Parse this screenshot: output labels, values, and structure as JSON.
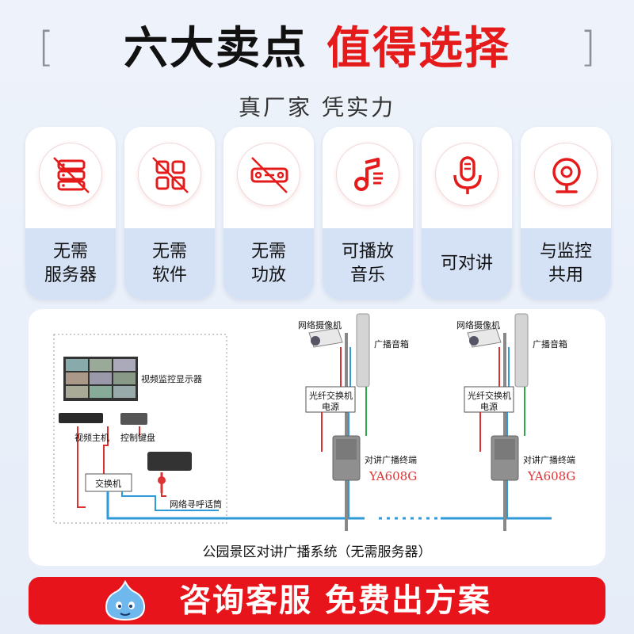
{
  "header": {
    "bracket_left": "[",
    "bracket_right": "]",
    "title_black": "六大卖点",
    "title_red": "值得选择",
    "subtitle": "真厂家 凭实力"
  },
  "features": [
    {
      "icon": "server-icon",
      "line1": "无需",
      "line2": "服务器"
    },
    {
      "icon": "software-icon",
      "line1": "无需",
      "line2": "软件"
    },
    {
      "icon": "amplifier-icon",
      "line1": "无需",
      "line2": "功放"
    },
    {
      "icon": "music-icon",
      "line1": "可播放",
      "line2": "音乐"
    },
    {
      "icon": "microphone-icon",
      "line1": "可对讲",
      "line2": ""
    },
    {
      "icon": "camera-icon",
      "line1": "与监控",
      "line2": "共用"
    }
  ],
  "diagram": {
    "monitor_label": "视频监控显示器",
    "host_label": "视频主机",
    "keyboard_label": "控制键盘",
    "switch_label": "交换机",
    "mic_label": "网络寻呼话筒",
    "camera_label": "网络摄像机",
    "speaker_label": "广播音箱",
    "fiber_label_1": "光纤交换机",
    "fiber_label_2": "电源",
    "terminal_label": "对讲广播终端",
    "model": "YA608G",
    "caption": "公园景区对讲广播系统（无需服务器）"
  },
  "cta": {
    "text": "咨询客服 免费出方案"
  },
  "colors": {
    "accent_red": "#e51b1b",
    "label_bg": "#d5e2f6",
    "cta_bg": "#e8141b",
    "wire_red": "#d93030",
    "wire_blue": "#2f9ad8",
    "wire_green": "#2aa84a"
  }
}
